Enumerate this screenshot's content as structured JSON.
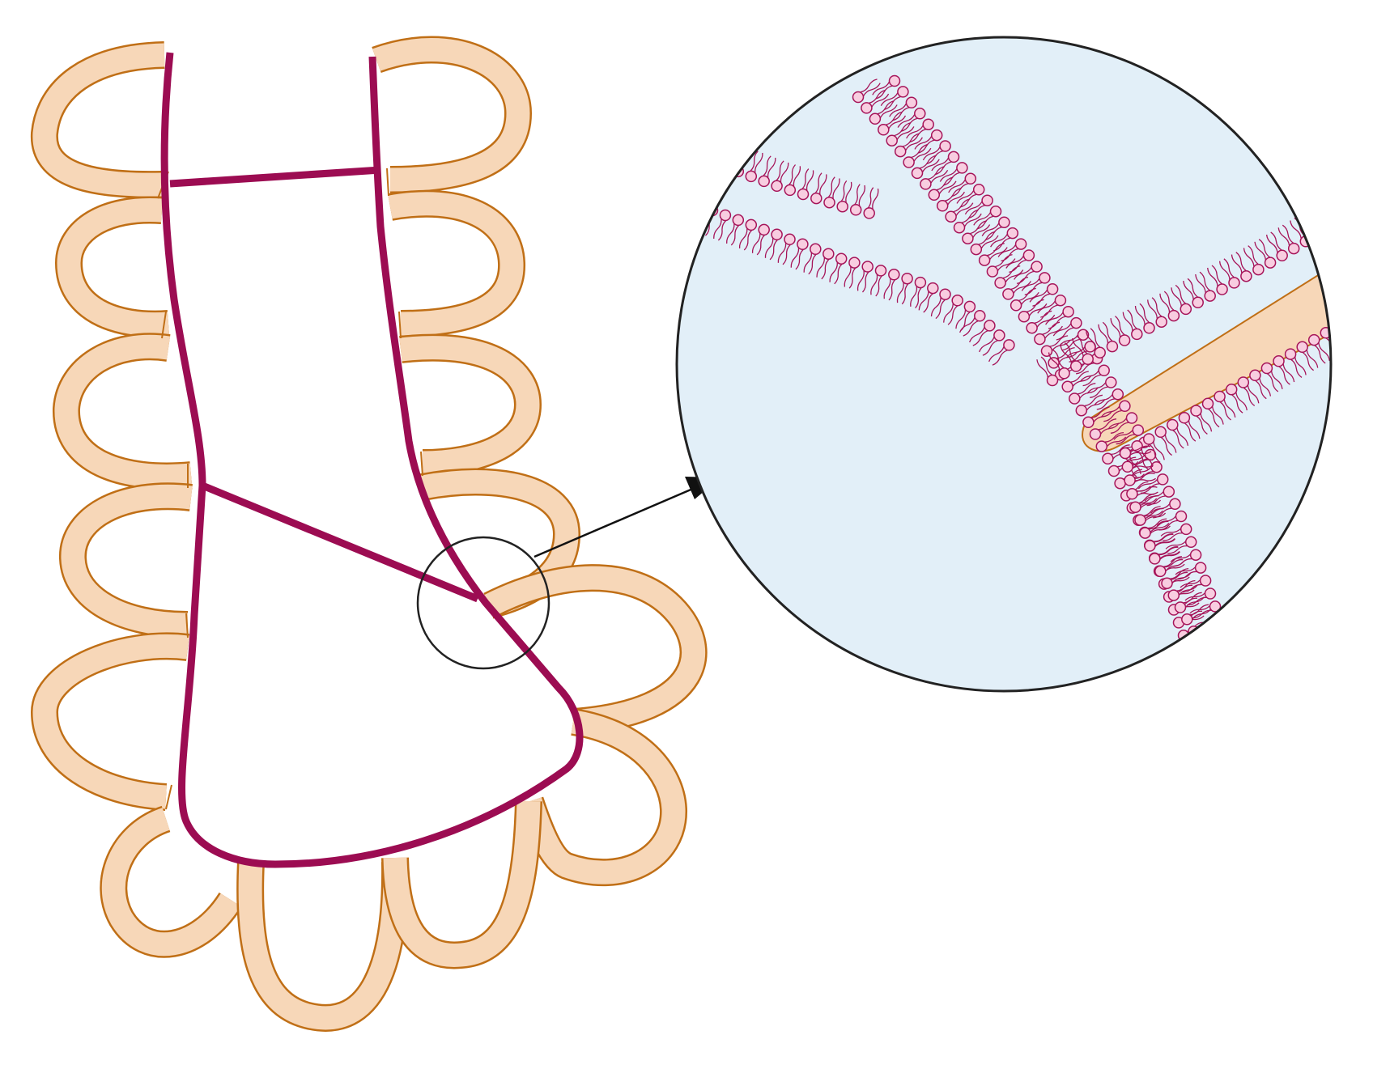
{
  "diagram": {
    "labels": [],
    "colors": {
      "membrane": "#9c0c52",
      "lobe_fill": "#f7d7b8",
      "lobe_stroke": "#c06f16",
      "zoom_background": "#e2eff8",
      "zoom_outline": "#222222",
      "lipid_head_fill": "#f8cde0",
      "lipid_head_stroke": "#a61459",
      "lipid_tail": "#a61459",
      "pointer": "#111111",
      "page_background": "#ffffff"
    },
    "components": [
      "branched-membrane-outline",
      "lobed-compartments",
      "magnifier-circle",
      "pointer-arrow",
      "zoomed-lipid-bilayer"
    ]
  }
}
